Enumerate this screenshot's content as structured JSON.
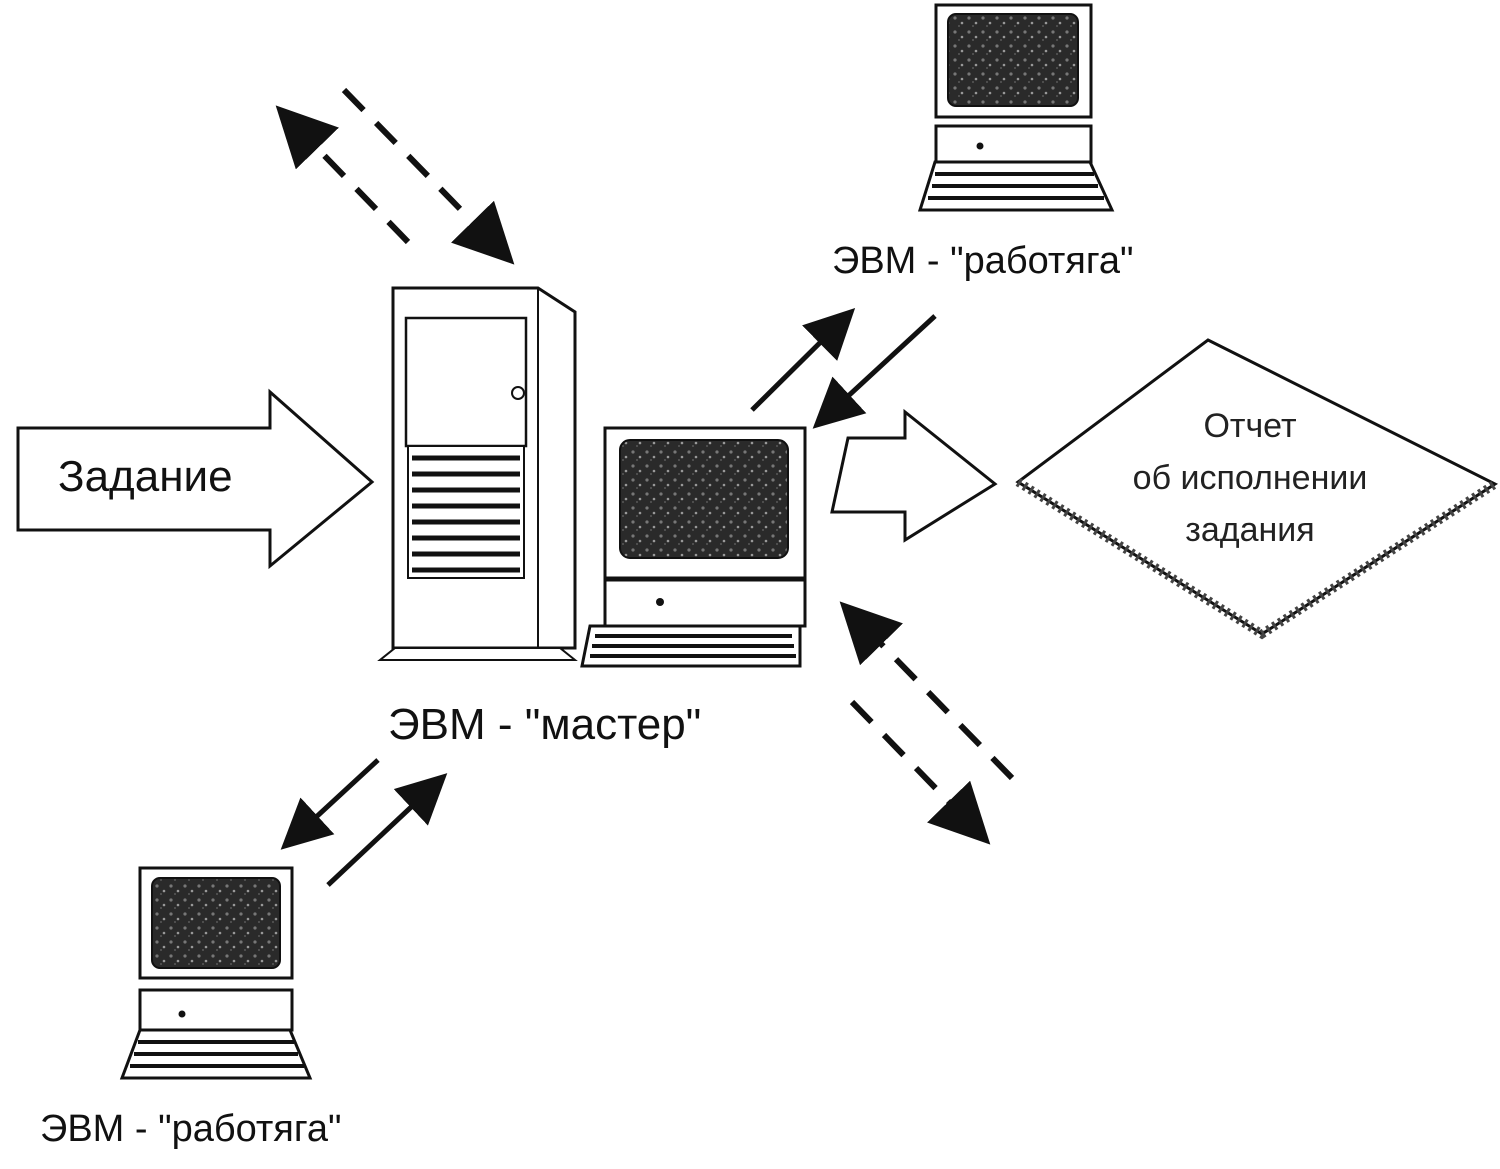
{
  "task": {
    "label": "Задание"
  },
  "master": {
    "label": "ЭВМ - \"мастер\""
  },
  "worker_top": {
    "label": "ЭВМ - \"работяга\""
  },
  "worker_bottom": {
    "label": "ЭВМ - \"работяга\""
  },
  "report": {
    "lines": [
      "Отчет",
      "об исполнении",
      "задания"
    ]
  },
  "icons": [
    "tower-server-icon",
    "desktop-computer-icon"
  ],
  "colors": {
    "ink": "#111111",
    "screen": "#2a2a2a"
  }
}
